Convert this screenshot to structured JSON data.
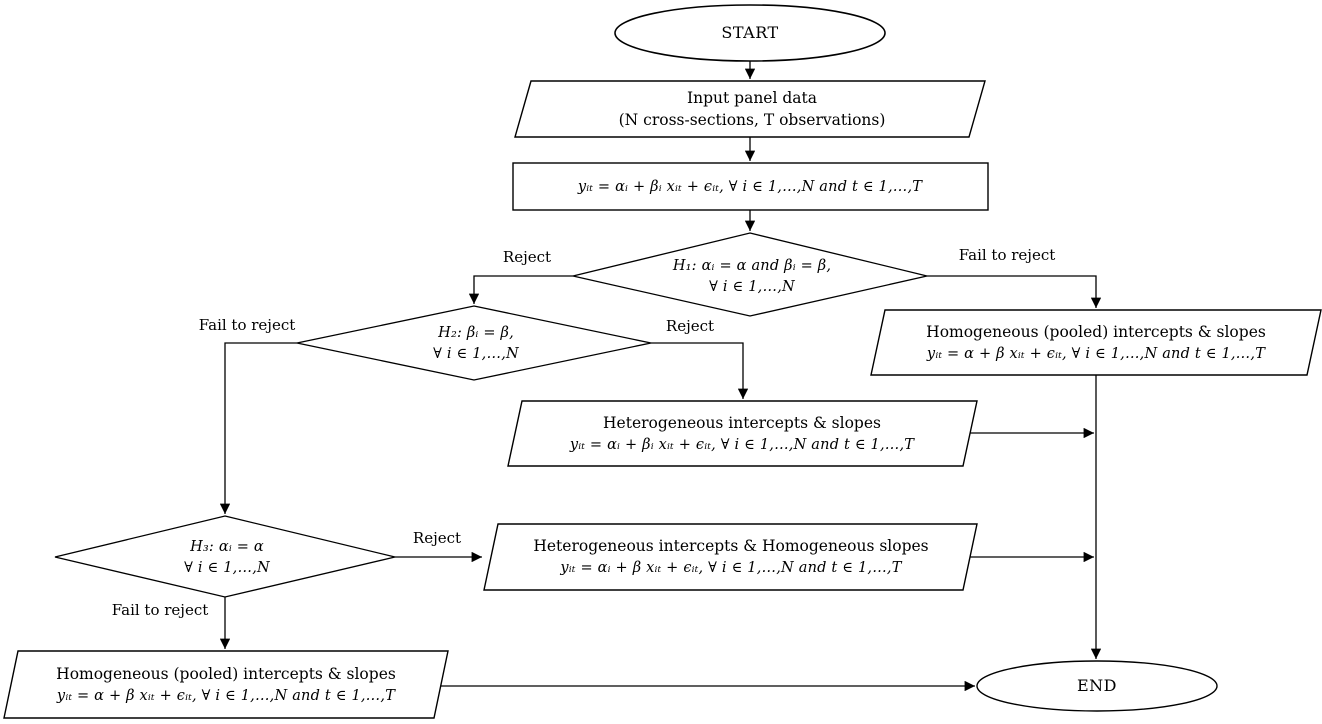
{
  "nodes": {
    "start": {
      "label": "START"
    },
    "input": {
      "line1": "Input panel data",
      "line2": "(N cross-sections, T observations)"
    },
    "model": {
      "line1": "yᵢₜ = αᵢ + βᵢ xᵢₜ + ϵᵢₜ, ∀ i ∈ 1,…,N and t ∈ 1,…,T"
    },
    "h1": {
      "line1": "H₁: αᵢ = α and βᵢ = β,",
      "line2": "∀ i ∈ 1,…,N"
    },
    "h2": {
      "line1": "H₂: βᵢ = β,",
      "line2": "∀ i ∈ 1,…,N"
    },
    "h3": {
      "line1": "H₃:  αᵢ = α",
      "line2": "∀ i ∈ 1,…,N"
    },
    "pooled_right": {
      "line1": "Homogeneous (pooled) intercepts & slopes",
      "line2": "yᵢₜ = α + β xᵢₜ + ϵᵢₜ, ∀ i ∈ 1,…,N and t ∈ 1,…,T"
    },
    "hetero": {
      "line1": "Heterogeneous intercepts & slopes",
      "line2": "yᵢₜ = αᵢ + βᵢ xᵢₜ + ϵᵢₜ, ∀ i ∈ 1,…,N and t ∈ 1,…,T"
    },
    "het_hom": {
      "line1": "Heterogeneous intercepts & Homogeneous slopes",
      "line2": "yᵢₜ = αᵢ + β xᵢₜ + ϵᵢₜ, ∀ i ∈ 1,…,N and t ∈ 1,…,T"
    },
    "pooled_bottom": {
      "line1": "Homogeneous (pooled) intercepts & slopes",
      "line2": "yᵢₜ = α + β xᵢₜ + ϵᵢₜ, ∀ i ∈ 1,…,N and t ∈ 1,…,T"
    },
    "end": {
      "label": "END"
    }
  },
  "edge_labels": {
    "h1_reject": "Reject",
    "h1_fail": "Fail to reject",
    "h2_fail": "Fail to reject",
    "h2_reject": "Reject",
    "h3_reject": "Reject",
    "h3_fail": "Fail to reject"
  },
  "colors": {
    "stroke": "#000000",
    "background": "#ffffff",
    "text": "#000000"
  }
}
